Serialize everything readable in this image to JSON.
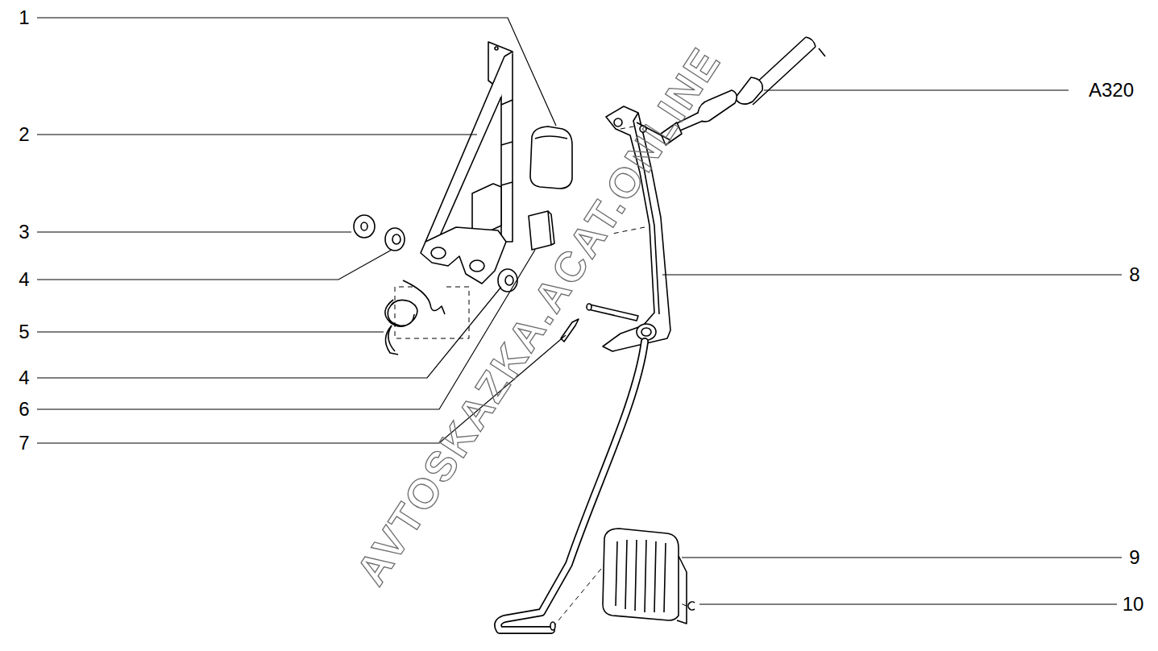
{
  "diagram": {
    "labels": [
      "1",
      "2",
      "3",
      "4",
      "5",
      "4",
      "6",
      "7",
      "8",
      "A320",
      "9",
      "10",
      "AVTOSKAZKA.ACAT.ONLINE"
    ]
  }
}
